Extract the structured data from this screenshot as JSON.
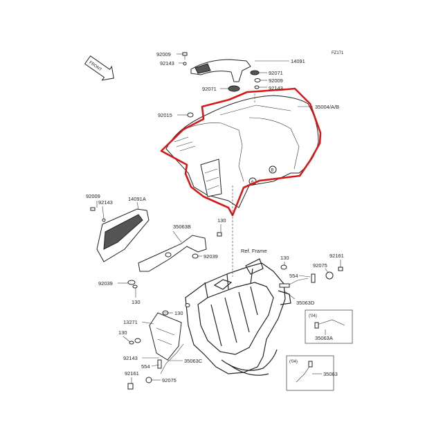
{
  "figure_id": "FZ171",
  "front_label": "FRONT",
  "ref_frame": "Ref. Frame",
  "circle_a": "A",
  "circle_b": "B",
  "inset_year": "('04)",
  "colors": {
    "highlight": "#d81818",
    "ink": "#222222",
    "background": "#ffffff"
  },
  "callouts": {
    "c92009_top": "92009",
    "c92143_top": "92143",
    "c14091": "14091",
    "c92071_a": "92071",
    "c92009_b": "92009",
    "c92071_b": "92071",
    "c92143_b": "92143",
    "c35004": "35004/A/B",
    "c92015": "92015",
    "c92009_l": "92009",
    "c92143_l": "92143",
    "c14091a": "14091A",
    "c35063b": "35063B",
    "c130_a": "130",
    "c92039_a": "92039",
    "c92039_b": "92039",
    "c130_b": "130",
    "c130_c": "130",
    "c13271": "13271",
    "c130_d": "130",
    "c92143_c": "92143",
    "c554_a": "554",
    "c35063c": "35063C",
    "c92161_a": "92161",
    "c92075_a": "92075",
    "c130_e": "130",
    "c554_b": "554",
    "c92075_b": "92075",
    "c92161_b": "92161",
    "c35063d": "35063D",
    "c35063a": "35063A",
    "c35063": "35063"
  }
}
